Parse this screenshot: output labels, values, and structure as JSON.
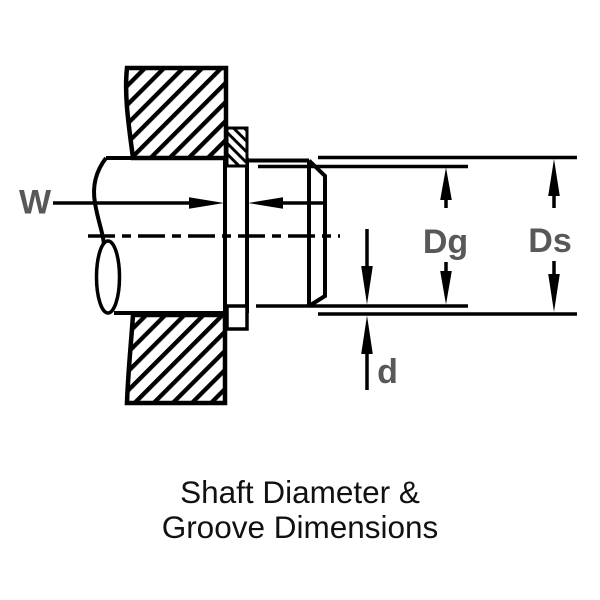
{
  "diagram": {
    "caption": {
      "line1": "Shaft Diameter &",
      "line2": "Groove Dimensions"
    },
    "labels": {
      "groove_width": "W",
      "groove_diameter": "Dg",
      "shaft_diameter": "Ds",
      "groove_depth": "d"
    },
    "colors": {
      "line": "#000000",
      "label_text": "#58585a",
      "caption_text": "#111111",
      "background": "#ffffff"
    }
  }
}
